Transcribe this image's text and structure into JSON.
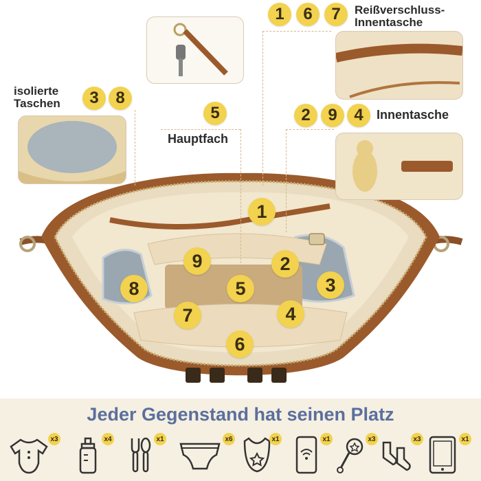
{
  "callouts": {
    "zipper_pocket": {
      "label": "Reißverschluss-\nInnentasche",
      "numbers": [
        "1",
        "6",
        "7"
      ]
    },
    "insulated": {
      "label": "isolierte\nTaschen",
      "numbers": [
        "3",
        "8"
      ]
    },
    "main": {
      "label": "Hauptfach",
      "numbers": [
        "5"
      ]
    },
    "inner": {
      "label": "Innentasche",
      "numbers": [
        "2",
        "9",
        "4"
      ]
    }
  },
  "bag_numbers": [
    "1",
    "9",
    "2",
    "8",
    "5",
    "3",
    "7",
    "4",
    "6"
  ],
  "footer": {
    "title": "Jeder Gegenstand hat seinen Platz",
    "items": [
      {
        "icon": "onesie-icon",
        "qty": "x3"
      },
      {
        "icon": "baby-bottle-icon",
        "qty": "x4"
      },
      {
        "icon": "spoon-fork-icon",
        "qty": "x1"
      },
      {
        "icon": "diaper-icon",
        "qty": "x6"
      },
      {
        "icon": "bib-icon",
        "qty": "x1"
      },
      {
        "icon": "phone-icon",
        "qty": "x1"
      },
      {
        "icon": "rattle-icon",
        "qty": "x3"
      },
      {
        "icon": "socks-icon",
        "qty": "x3"
      },
      {
        "icon": "tablet-icon",
        "qty": "x1"
      }
    ]
  },
  "colors": {
    "badge": "#f2d24e",
    "leather": "#9b5a2c",
    "lining": "#efe3c8",
    "title": "#5b6f9e",
    "footer_bg": "#f6f0e2"
  }
}
